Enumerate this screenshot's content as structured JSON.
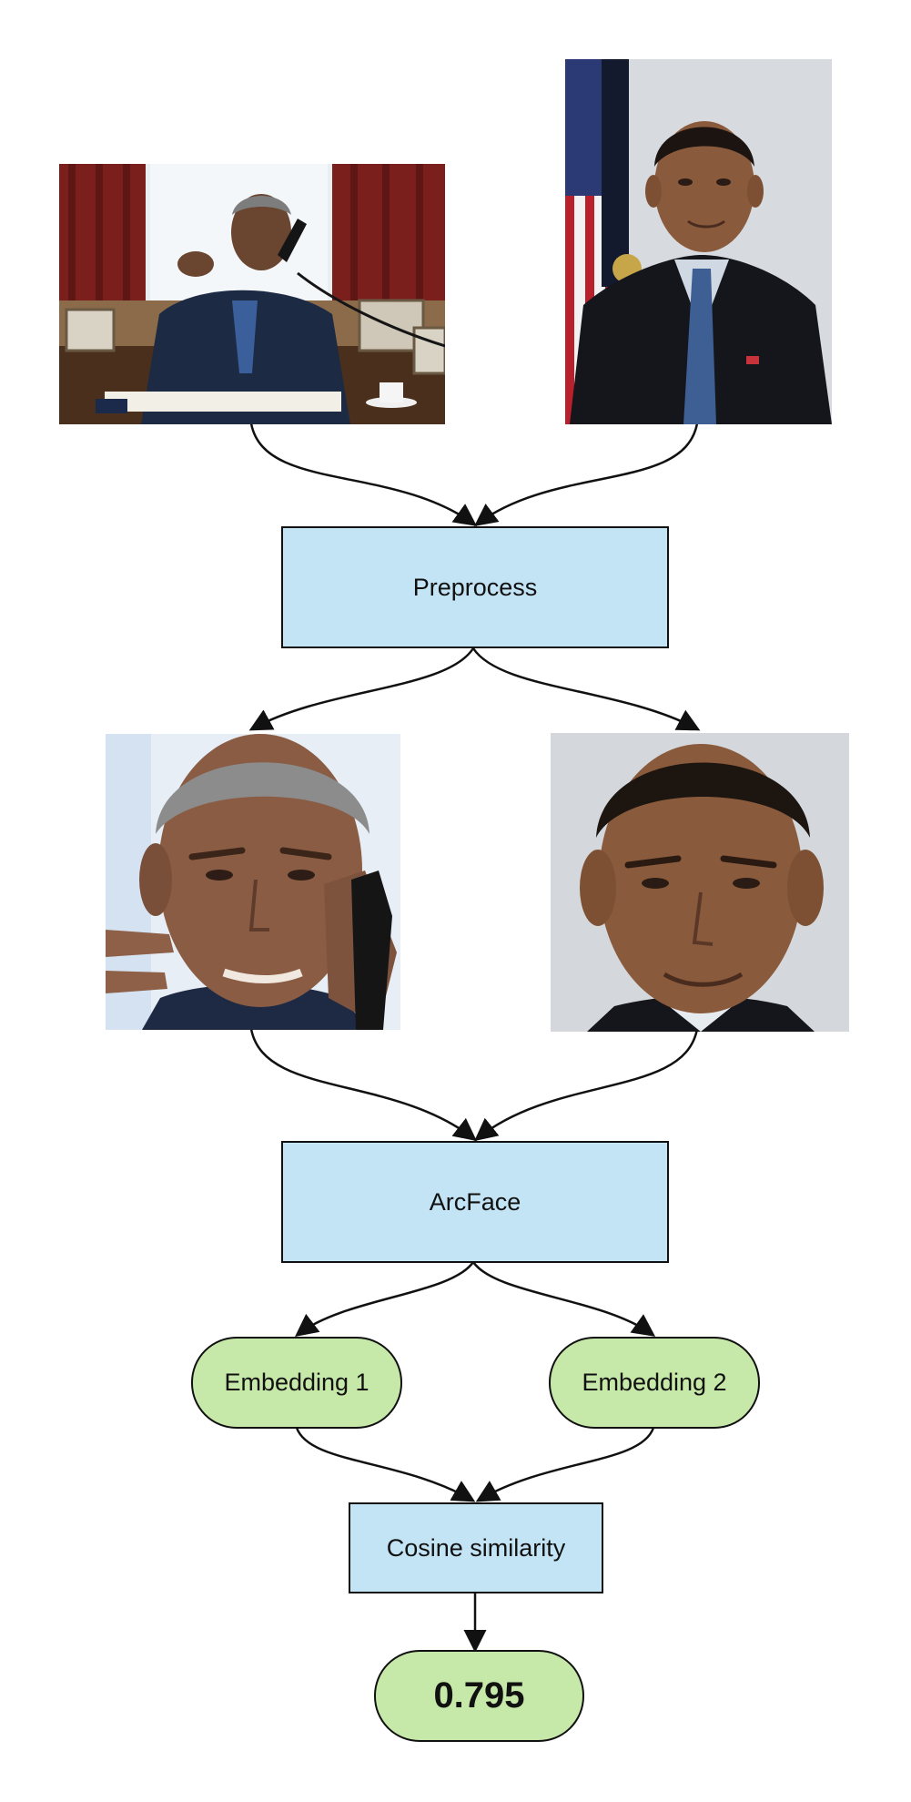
{
  "diagram": {
    "inputs": [
      {
        "name": "input-photo-oval-office",
        "description_icon": "photo-icon"
      },
      {
        "name": "input-photo-portrait",
        "description_icon": "photo-icon"
      }
    ],
    "crops": [
      {
        "name": "face-crop-1",
        "description_icon": "face-icon"
      },
      {
        "name": "face-crop-2",
        "description_icon": "face-icon"
      }
    ],
    "preprocess_label": "Preprocess",
    "arcface_label": "ArcFace",
    "embedding1_label": "Embedding 1",
    "embedding2_label": "Embedding 2",
    "cosine_label": "Cosine similarity",
    "result_value": "0.795"
  },
  "colors": {
    "process_box": "#c3e4f5",
    "terminal_pill": "#c6e8a8",
    "stroke": "#111111"
  }
}
